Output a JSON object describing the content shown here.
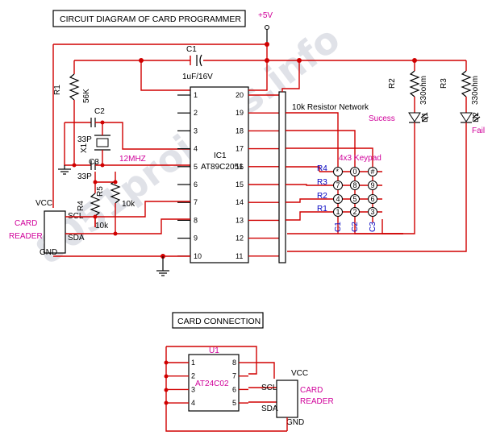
{
  "title": "CIRCUIT DIAGRAM OF CARD PROGRAMMER",
  "vcc_label": "+5V",
  "watermark": "8051projects.info",
  "capacitor_c1": {
    "ref": "C1",
    "value": "1uF/16V"
  },
  "resistor_r1": {
    "ref": "R1",
    "value": "56K"
  },
  "capacitor_c2": {
    "ref": "C2",
    "value": "33P"
  },
  "capacitor_c3": {
    "ref": "C3",
    "value": "33P"
  },
  "crystal": {
    "ref": "X1",
    "value": "12MHZ"
  },
  "resistor_r4": {
    "ref": "R4",
    "value": "10k"
  },
  "resistor_r5": {
    "ref": "R5",
    "value": "10k"
  },
  "mcu": {
    "ref": "IC1",
    "part": "AT89C2051",
    "left_pins": [
      "1",
      "2",
      "3",
      "4",
      "5",
      "6",
      "7",
      "8",
      "9",
      "10"
    ],
    "right_pins": [
      "20",
      "19",
      "18",
      "17",
      "16",
      "15",
      "14",
      "13",
      "12",
      "11"
    ]
  },
  "resistor_network": "10k Resistor Network",
  "keypad": {
    "label": "4x3 Keypad",
    "rows": [
      "R4",
      "R3",
      "R2",
      "R1"
    ],
    "cols": [
      "C1",
      "C2",
      "C3"
    ],
    "keys": [
      "*",
      "0",
      "#",
      "7",
      "8",
      "9",
      "4",
      "5",
      "6",
      "1",
      "2",
      "3"
    ]
  },
  "resistor_r2": {
    "ref": "R2",
    "value": "330ohm"
  },
  "resistor_r3": {
    "ref": "R3",
    "value": "330ohm"
  },
  "led_d1": {
    "ref": "D1",
    "label": "Sucess"
  },
  "led_d2": {
    "ref": "D2",
    "label": "Fail"
  },
  "card_reader_main": {
    "vcc": "VCC",
    "scl": "SCL",
    "sda": "SDA",
    "gnd": "GND",
    "name1": "CARD",
    "name2": "READER"
  },
  "connection_title": "CARD CONNECTION",
  "eeprom": {
    "ref": "U1",
    "part": "AT24C02",
    "left_pins": [
      "1",
      "2",
      "3",
      "4"
    ],
    "right_pins": [
      "8",
      "7",
      "6",
      "5"
    ]
  },
  "card_reader_conn": {
    "vcc": "VCC",
    "scl": "SCL",
    "sda": "SDA",
    "gnd": "GND",
    "name1": "CARD",
    "name2": "READER"
  }
}
